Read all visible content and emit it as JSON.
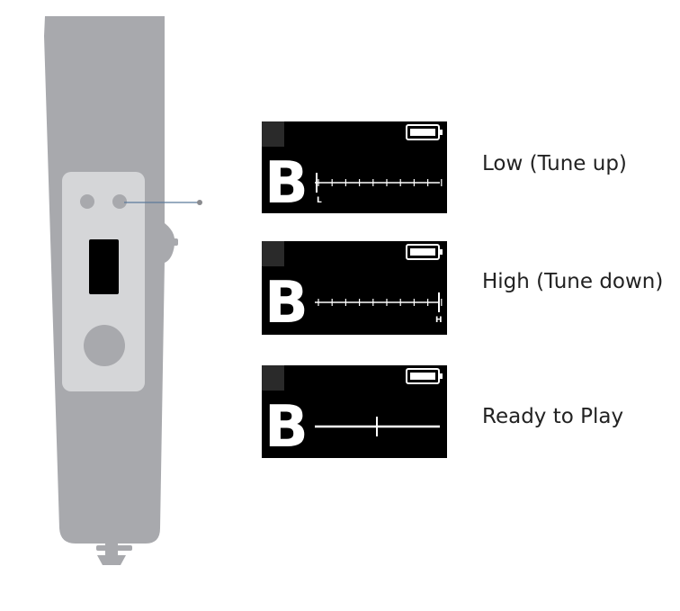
{
  "colors": {
    "device_body": "#a8a9ad",
    "face_panel": "#d5d6d8",
    "button": "#a8a9ad",
    "screen": "#000000",
    "led": "#2a2a2a",
    "display": "#ffffff",
    "connector": "#5b7a9a"
  },
  "icons": {
    "device": "clip-on-tuner-icon",
    "battery": "battery-icon",
    "led": "status-led-icon"
  },
  "states": [
    {
      "label": "Low (Tune up)",
      "note": "B",
      "indicator_letter": "L",
      "needle": "low",
      "scale": "ticked"
    },
    {
      "label": "High (Tune down)",
      "note": "B",
      "indicator_letter": "H",
      "needle": "high",
      "scale": "ticked"
    },
    {
      "label": "Ready to Play",
      "note": "B",
      "indicator_letter": "",
      "needle": "center",
      "scale": "plain"
    }
  ]
}
